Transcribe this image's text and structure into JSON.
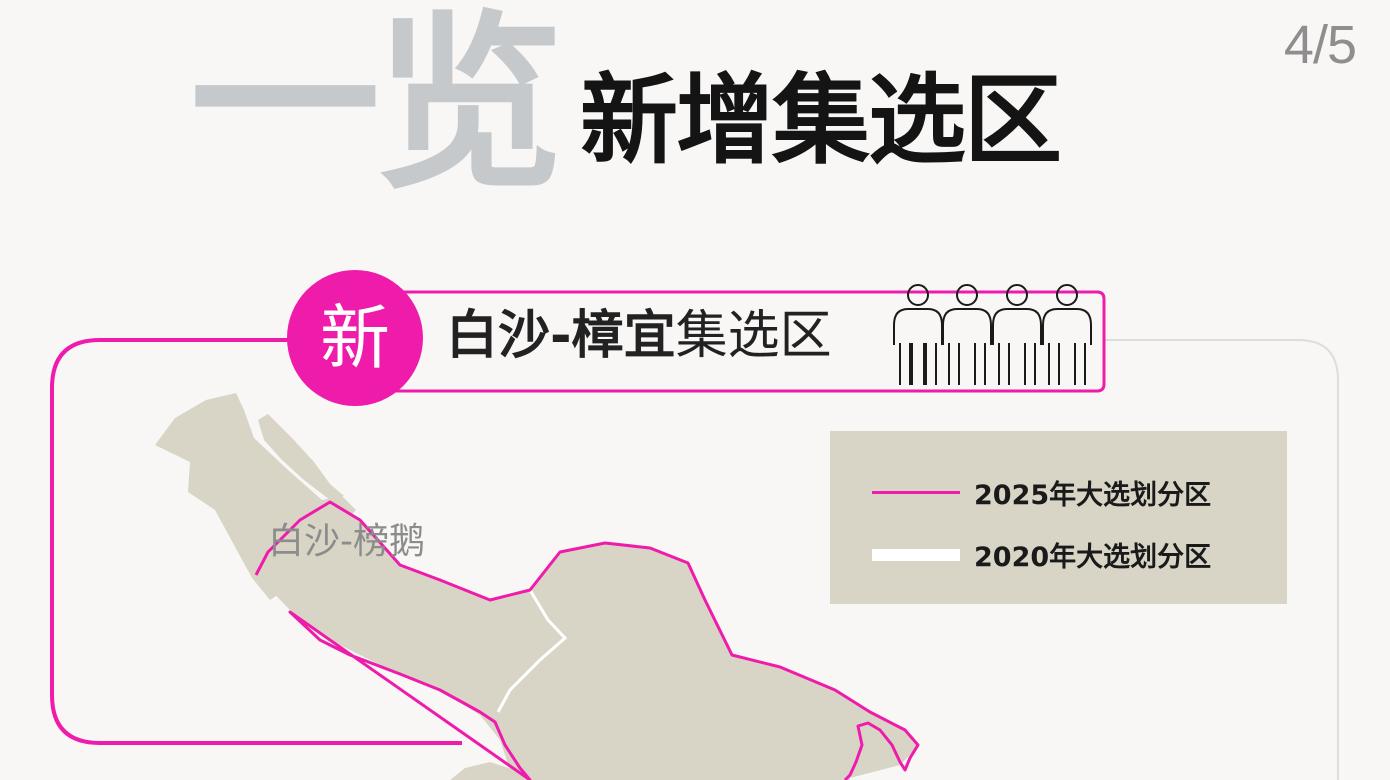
{
  "page": {
    "indicator": "4/5",
    "title_big": "一览",
    "title_main": "新增集选区"
  },
  "card": {
    "badge": "新",
    "title_bold": "白沙-樟宜",
    "title_normal": "集选区",
    "seats_icon": "four-people-icon",
    "seat_count": 4
  },
  "legend": {
    "items": [
      {
        "label": "2025年大选划分区",
        "color": "#ee1bab",
        "style": "thin-line"
      },
      {
        "label": "2020年大选划分区",
        "color": "#ffffff",
        "style": "thick-line"
      }
    ]
  },
  "map": {
    "area_label": "白沙-榜鹅",
    "land_color": "#d9d5c6",
    "boundary_2025_color": "#ee1bab",
    "boundary_2020_color": "#ffffff"
  },
  "colors": {
    "accent": "#ee1bab",
    "background": "#f8f7f5",
    "title_gray": "#c6c9cc"
  }
}
